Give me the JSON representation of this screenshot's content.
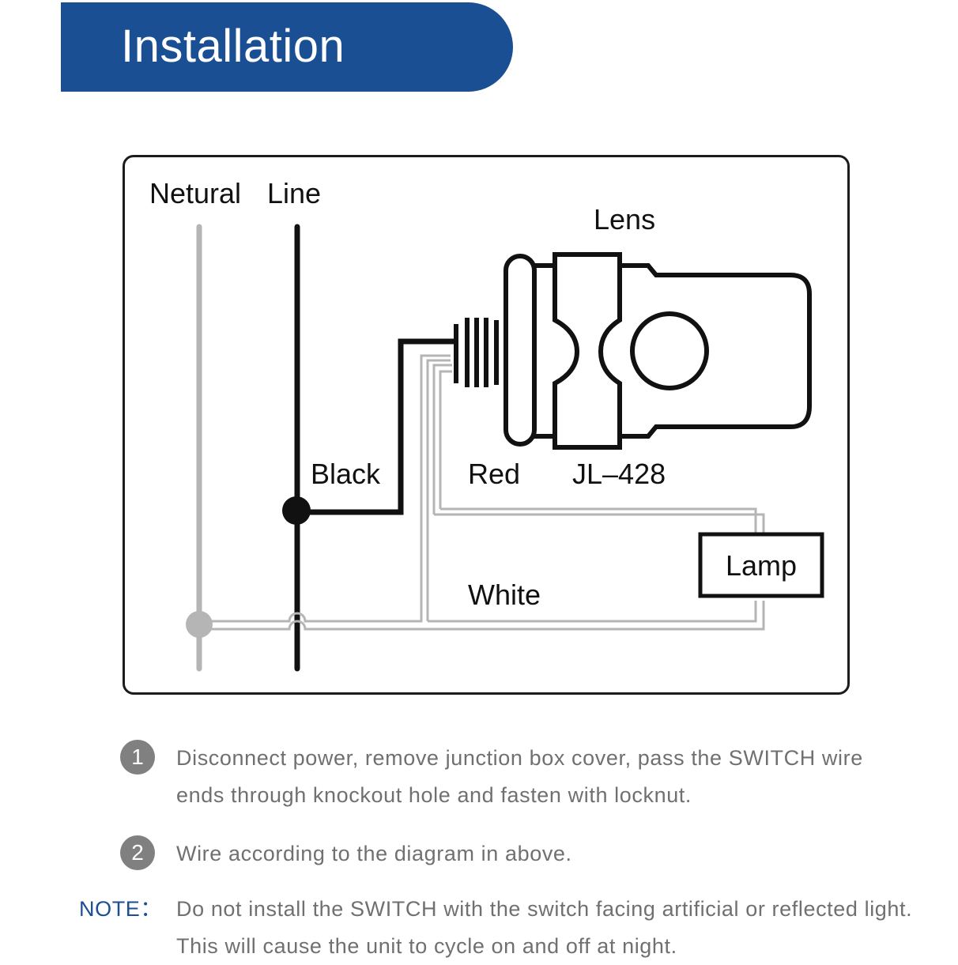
{
  "header": {
    "title": "Installation"
  },
  "diagram": {
    "labels": {
      "neutral": "Netural",
      "line": "Line",
      "lens": "Lens",
      "black": "Black",
      "red": "Red",
      "model": "JL–428",
      "white": "White",
      "lamp": "Lamp"
    },
    "colors": {
      "black_wire": "#111111",
      "neutral_wire": "#b5b5b5",
      "red_wire": "#b5b5b5"
    }
  },
  "steps": [
    {
      "number": "1",
      "text": "Disconnect power, remove junction box cover, pass the SWITCH wire ends through knockout hole and fasten with locknut."
    },
    {
      "number": "2",
      "text": "Wire according to the diagram in above."
    }
  ],
  "note": {
    "label": "NOTE：",
    "text": "Do not install the SWITCH with the switch facing artificial or reflected light. This will cause the unit to cycle on and off at night."
  },
  "brand_color": "#1a4f93"
}
